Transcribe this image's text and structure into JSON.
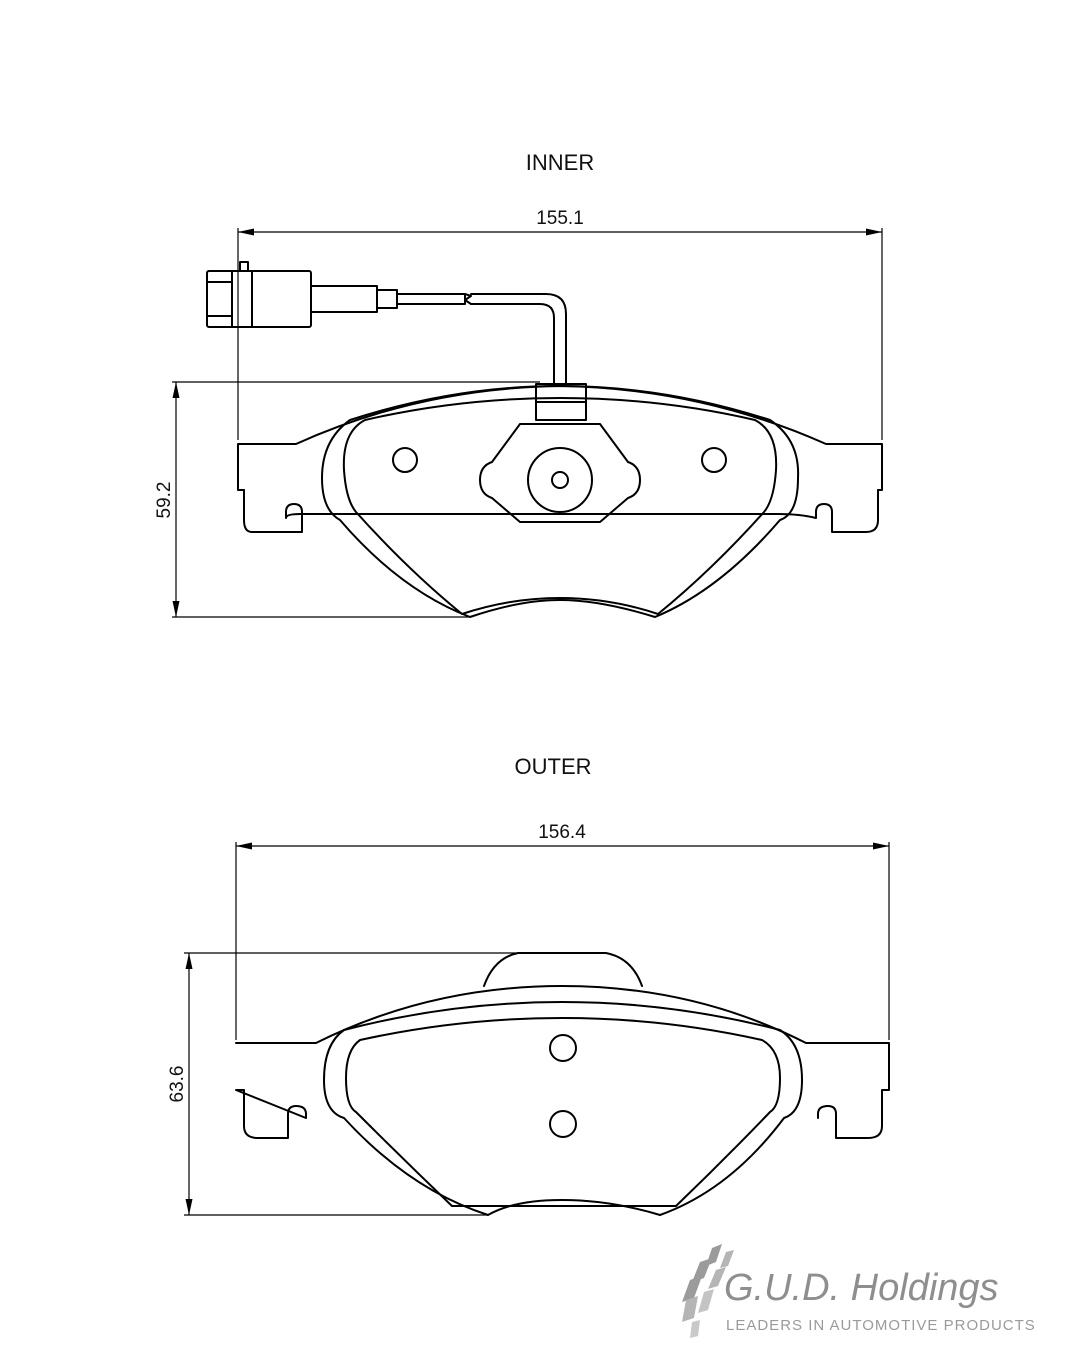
{
  "inner": {
    "label": "INNER",
    "width_dim": "155.1",
    "height_dim": "59.2"
  },
  "outer": {
    "label": "OUTER",
    "width_dim": "156.4",
    "height_dim": "63.6"
  },
  "logo": {
    "name": "G.U.D. Holdings",
    "tagline": "LEADERS IN AUTOMOTIVE PRODUCTS",
    "color": "#8e8e8e"
  }
}
